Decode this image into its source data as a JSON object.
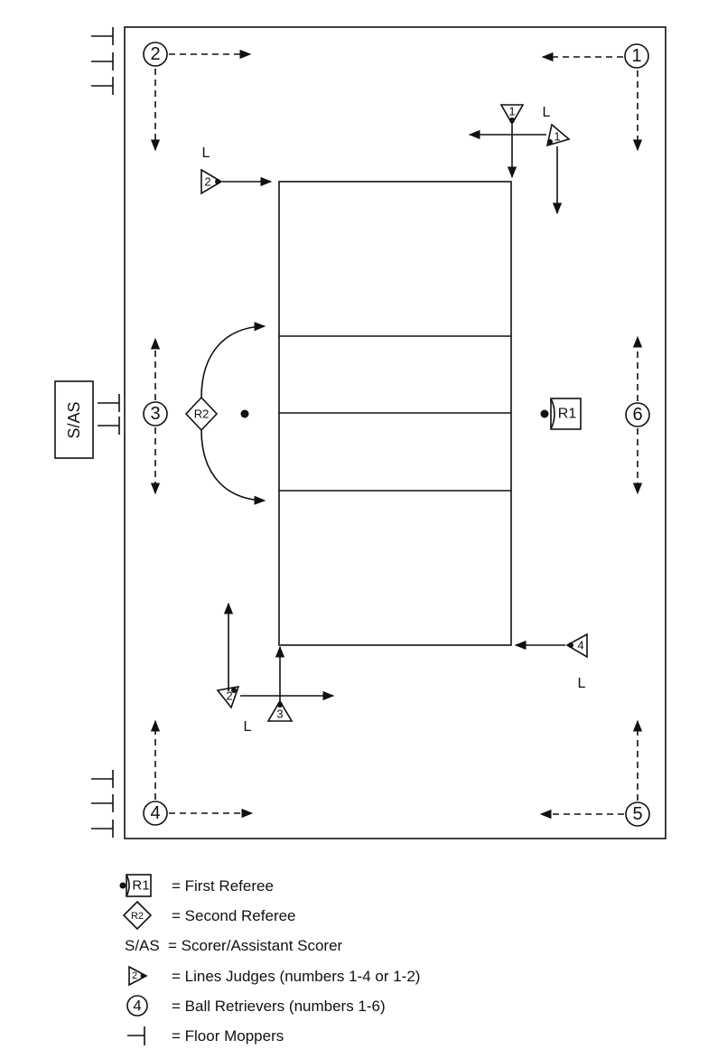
{
  "diagram": {
    "ball_retrievers": [
      "1",
      "2",
      "3",
      "4",
      "5",
      "6"
    ],
    "line_judges": {
      "top_a": "1",
      "top_b": "1",
      "left": "2",
      "bottom_a": "2",
      "bottom_b": "3",
      "right": "4"
    },
    "line_label": "L",
    "first_referee": "R1",
    "second_referee": "R2",
    "scorer_box": "S/AS"
  },
  "legend": {
    "items": [
      {
        "symbol": "R1",
        "text": "= First Referee"
      },
      {
        "symbol": "R2",
        "text": "= Second Referee"
      },
      {
        "symbol": "S/AS",
        "text": "= Scorer/Assistant Scorer"
      },
      {
        "symbol": "2",
        "text": "= Lines Judges (numbers 1-4 or 1-2)"
      },
      {
        "symbol": "4",
        "text": "= Ball Retrievers (numbers 1-6)"
      },
      {
        "symbol": "",
        "text": "= Floor Moppers"
      }
    ]
  }
}
